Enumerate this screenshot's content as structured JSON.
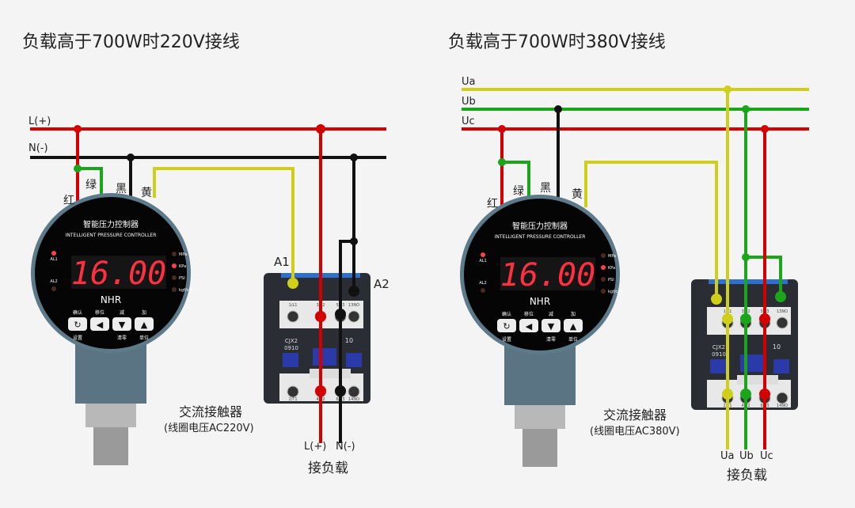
{
  "left": {
    "title": "负载高于700W时220V接线",
    "line_labels": [
      "L(+)",
      "N(-)"
    ],
    "wire_labels": {
      "red": "红",
      "green": "绿",
      "black": "黑",
      "yellow": "黄"
    },
    "coil_labels": [
      "A1",
      "A2"
    ],
    "contactor_title": "交流接触器",
    "contactor_voltage": "(线圈电压AC220V)",
    "load_lines": [
      "L(+)",
      "N(-)"
    ],
    "load_label": "接负载"
  },
  "right": {
    "title": "负载高于700W时380V接线",
    "line_labels": [
      "Ua",
      "Ub",
      "Uc"
    ],
    "wire_labels": {
      "red": "红",
      "green": "绿",
      "black": "黑",
      "yellow": "黄"
    },
    "contactor_title": "交流接触器",
    "contactor_voltage": "(线圈电压AC380V)",
    "load_lines": [
      "Ua",
      "Ub",
      "Uc"
    ],
    "load_label": "接负载"
  },
  "gauge": {
    "title_cn": "智能压力控制器",
    "title_en": "INTELLIGENT PRESSURE CONTROLLER",
    "display": "16.00",
    "alarms": [
      "AL1",
      "AL2"
    ],
    "units": [
      "MPa",
      "KPa",
      "PSI",
      "kgf/cm²"
    ],
    "active_unit": "KPa",
    "brand": "NHR",
    "top_keys": [
      "确认",
      "移位",
      "减",
      "加"
    ],
    "bottom_keys": [
      "设置",
      "",
      "清零",
      "单位"
    ]
  },
  "contactor": {
    "model": "CJX2\n0910",
    "model_line1": "CJX2",
    "model_line2": "0910",
    "code": "10",
    "top_terminals": [
      "1/L1",
      "3/L2",
      "5/L3",
      "13NO"
    ],
    "bottom_terminals": [
      "2/T1",
      "4/T2",
      "6/T3",
      "14NO"
    ]
  },
  "colors": {
    "red": "#d40000",
    "green": "#1aa51a",
    "black": "#111111",
    "yellow": "#cfcf1a",
    "display": "#ff3040"
  }
}
